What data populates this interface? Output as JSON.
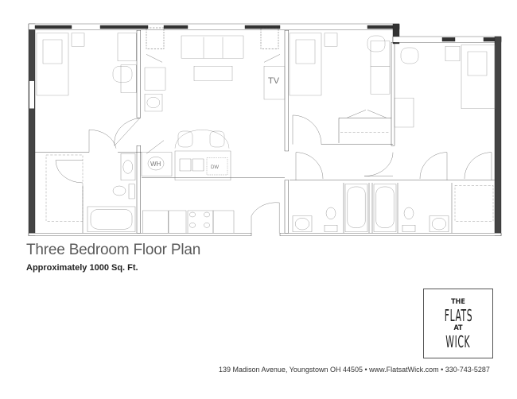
{
  "plan": {
    "labels": {
      "tv": "TV",
      "water_heater": "WH",
      "dishwasher": "DW"
    }
  },
  "header": {
    "title": "Three Bedroom Floor Plan",
    "subtitle": "Approximately 1000 Sq. Ft."
  },
  "logo": {
    "lines": [
      "THE",
      "FLATS",
      "AT",
      "WICK"
    ]
  },
  "footer": {
    "address": "139 Madison Avenue, Youngstown OH 44505 • www.FlatsatWick.com • 330-743-5287"
  },
  "colors": {
    "wall": "#222222",
    "fixture": "#888888"
  }
}
